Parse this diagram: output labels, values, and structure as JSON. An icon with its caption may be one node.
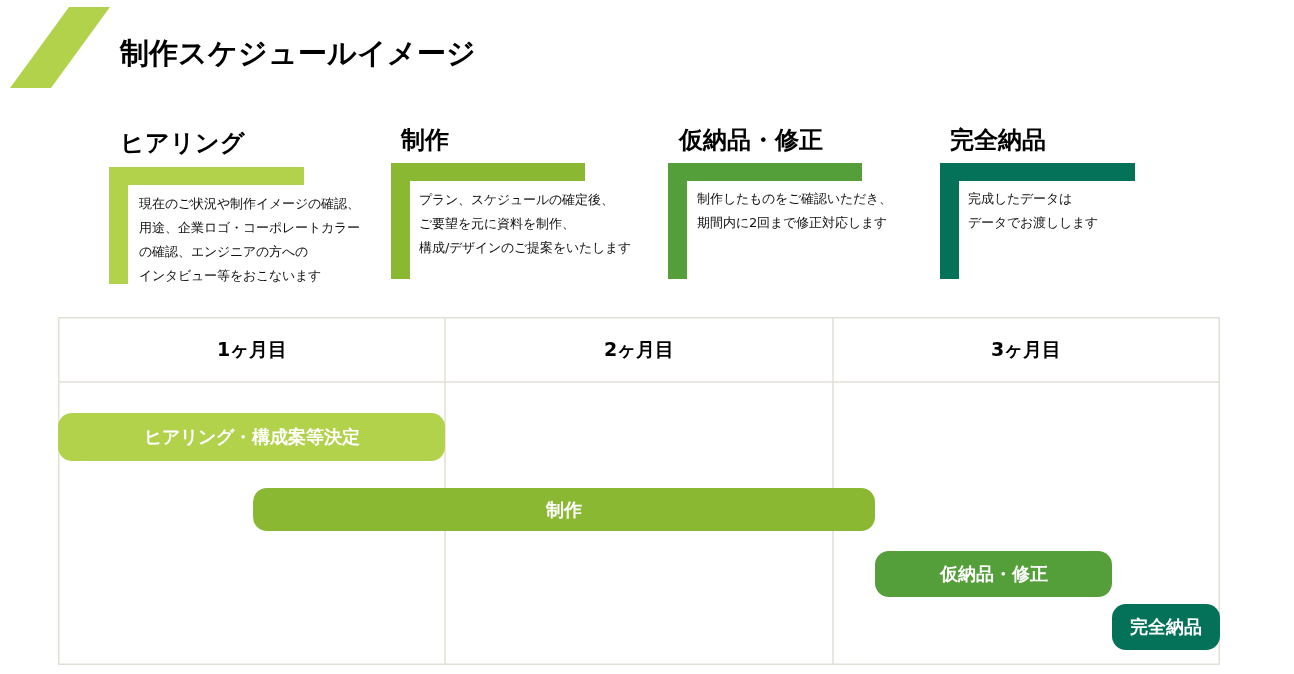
{
  "diagram": {
    "title": "制作スケジュールイメージ",
    "nodes": [
      {
        "text": [
          "ヒアリング",
          "現在のご状況や制作イメージの確認、用途、企業ロゴ・コーポレートカラーの確認、エンジニアの方へのインタビュー等をおこないます"
        ]
      },
      {
        "text": [
          "制作",
          "プラン、スケジュールの確定後、ご要望を元に資料を制作、構成/デザインのご提案をいたします"
        ]
      },
      {
        "text": [
          "仮納品・修正",
          "制作したものをご確認いただき、期間内に2回まで修正対応します"
        ]
      },
      {
        "text": [
          "完全納品",
          "完成したデータはデータでお渡しします"
        ]
      },
      {
        "text": [
          "ヒアリング・構成案等決定"
        ]
      },
      {
        "text": [
          "制作"
        ]
      },
      {
        "text": [
          "仮納品・修正"
        ]
      },
      {
        "text": [
          "完全納品"
        ]
      }
    ],
    "labels": [
      "1ヶ月目",
      "2ヶ月目",
      "3ヶ月目"
    ]
  }
}
